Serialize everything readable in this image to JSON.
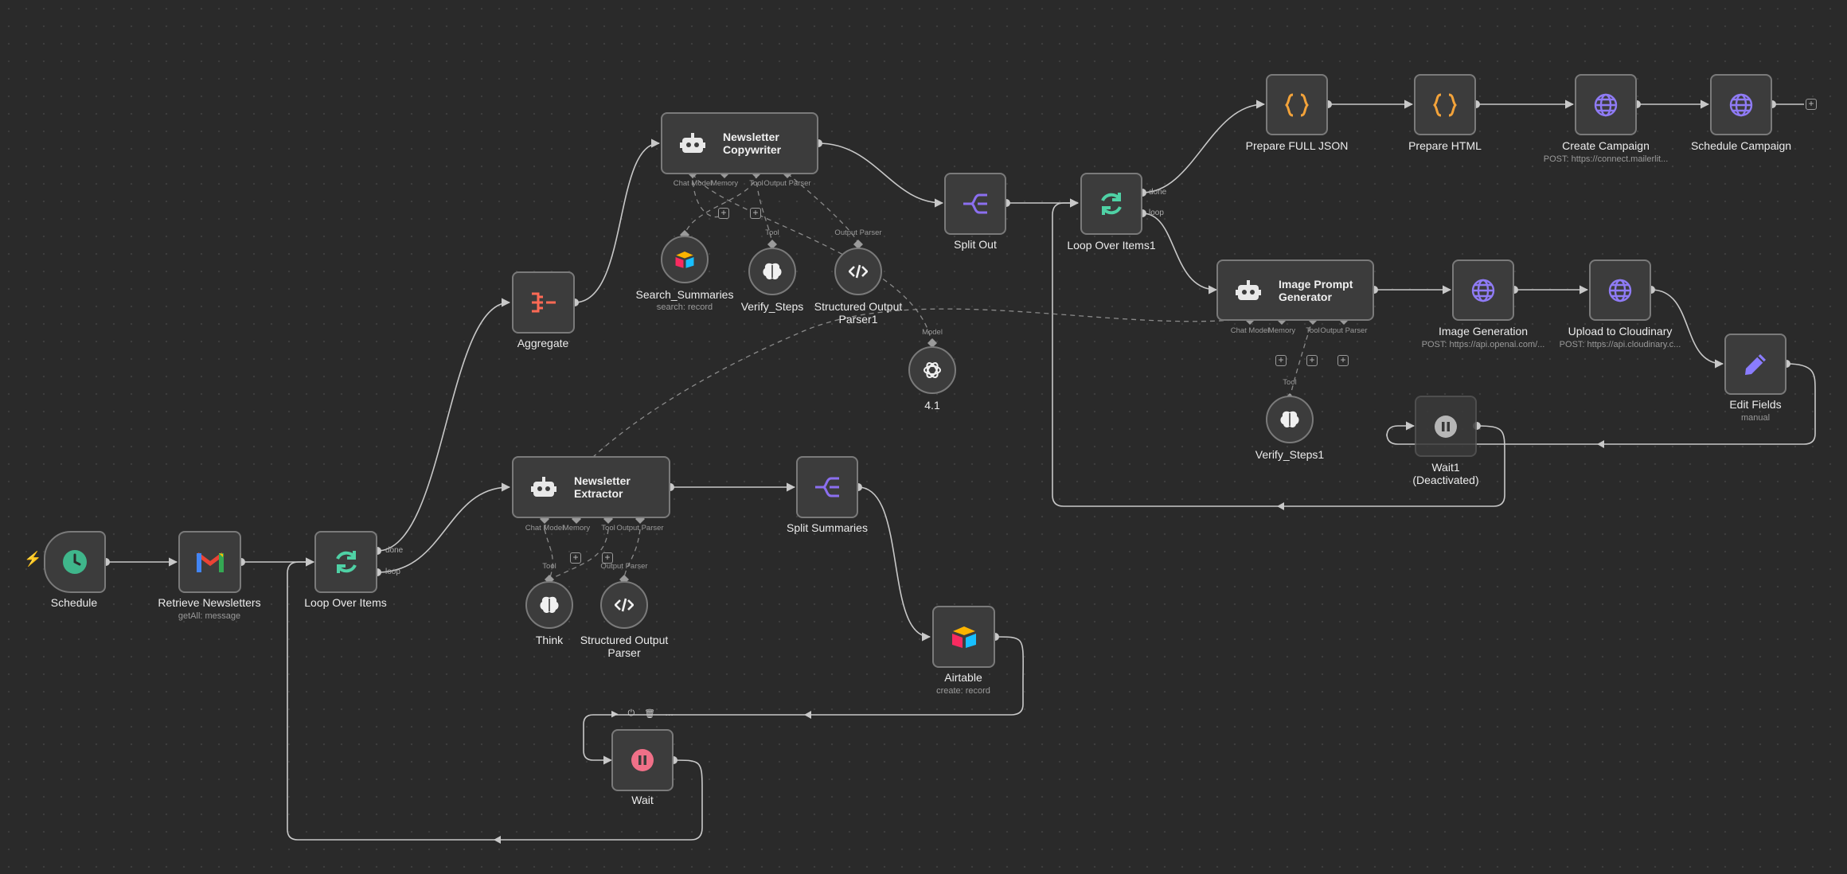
{
  "nodes": {
    "schedule": {
      "label": "Schedule"
    },
    "retrieve": {
      "label": "Retrieve Newsletters",
      "sub": "getAll: message"
    },
    "loop1": {
      "label": "Loop Over Items"
    },
    "aggregate": {
      "label": "Aggregate"
    },
    "extractor": {
      "title": "Newsletter\nExtractor"
    },
    "split_summaries": {
      "label": "Split Summaries"
    },
    "airtable": {
      "label": "Airtable",
      "sub": "create: record"
    },
    "wait": {
      "label": "Wait"
    },
    "think": {
      "label": "Think"
    },
    "sop": {
      "label": "Structured Output\nParser"
    },
    "copywriter": {
      "title": "Newsletter\nCopywriter"
    },
    "search_summaries": {
      "label": "Search_Summaries",
      "sub": "search: record"
    },
    "verify_steps": {
      "label": "Verify_Steps"
    },
    "sop1": {
      "label": "Structured Output\nParser1"
    },
    "model41": {
      "label": "4.1"
    },
    "split_out": {
      "label": "Split Out"
    },
    "loop2": {
      "label": "Loop Over Items1"
    },
    "prepare_json": {
      "label": "Prepare FULL JSON"
    },
    "prepare_html": {
      "label": "Prepare HTML"
    },
    "create_campaign": {
      "label": "Create Campaign",
      "sub": "POST: https://connect.mailerlit..."
    },
    "schedule_campaign": {
      "label": "Schedule Campaign"
    },
    "image_prompt": {
      "title": "Image Prompt\nGenerator"
    },
    "image_gen": {
      "label": "Image Generation",
      "sub": "POST: https://api.openai.com/..."
    },
    "upload": {
      "label": "Upload to Cloudinary",
      "sub": "POST: https://api.cloudinary.c..."
    },
    "edit_fields": {
      "label": "Edit Fields",
      "sub": "manual"
    },
    "wait1": {
      "label": "Wait1\n(Deactivated)"
    },
    "verify_steps1": {
      "label": "Verify_Steps1"
    }
  },
  "ports": {
    "chat_model": "Chat Model",
    "memory": "Memory",
    "tool": "Tool",
    "output_parser": "Output Parser",
    "model": "Model",
    "done": "done",
    "loop": "loop"
  },
  "colors": {
    "background": "#2a2a2a",
    "wire": "#c8c8c8",
    "dashed": "#8a8a8a",
    "schedule_icon": "#3fb68b",
    "loop_icon": "#4fd1a5",
    "aggregate_icon": "#ff6a55",
    "split_icon": "#8b6ff0",
    "code_icon": "#f3a33a",
    "http_icon": "#8f7bf5",
    "edit_icon": "#8a7cff",
    "wait_icon": "#f07088",
    "trigger_bolt": "#ff6f5c"
  },
  "icons": {
    "schedule": "clock-icon",
    "gmail": "gmail-icon",
    "loop": "refresh-icon",
    "aggregate": "aggregate-icon",
    "agent": "robot-icon",
    "split": "split-icon",
    "airtable": "airtable-icon",
    "wait": "pause-icon",
    "think": "brain-icon",
    "parser": "code-icon",
    "openai": "openai-icon",
    "code": "braces-icon",
    "http": "globe-icon",
    "edit": "pencil-icon"
  }
}
